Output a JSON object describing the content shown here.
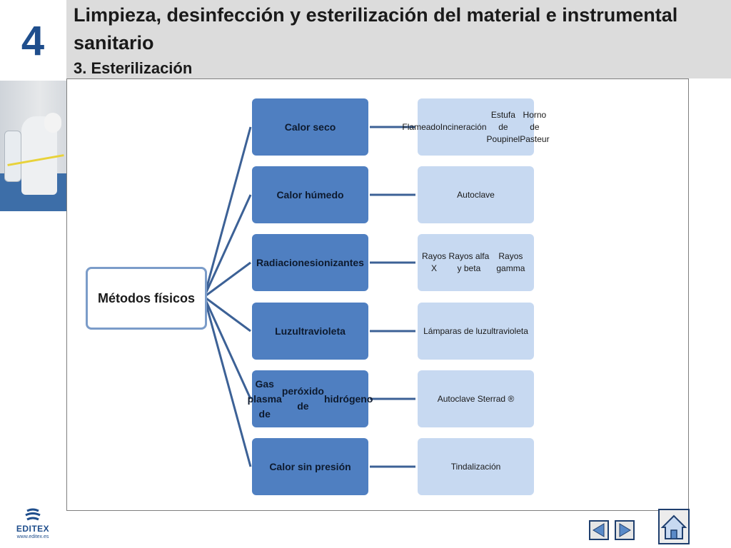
{
  "header": {
    "chapter_number": "4",
    "title": "Limpieza, desinfección y esterilización del material e instrumental sanitario",
    "subtitle": "3. Esterilización"
  },
  "diagram": {
    "root": "Métodos físicos",
    "methods": [
      {
        "label": [
          "Calor seco"
        ],
        "examples": [
          "Flameado",
          "Incineración",
          "Estufa de Poupinel",
          "Horno de Pasteur"
        ]
      },
      {
        "label": [
          "Calor húmedo"
        ],
        "examples": [
          "Autoclave"
        ]
      },
      {
        "label": [
          "Radiaciones",
          "ionizantes"
        ],
        "examples": [
          "Rayos X",
          "Rayos alfa y beta",
          "Rayos gamma"
        ]
      },
      {
        "label": [
          "Luz",
          "ultravioleta"
        ],
        "examples": [
          "Lámparas de luz",
          "ultravioleta"
        ]
      },
      {
        "label": [
          "Gas plasma de",
          "peróxido de",
          "hidrógeno"
        ],
        "examples": [
          "Autoclave Sterrad ®"
        ]
      },
      {
        "label": [
          "Calor sin presión"
        ],
        "examples": [
          "Tindalización"
        ]
      }
    ]
  },
  "footer": {
    "logo_text": "EDITEX",
    "logo_url": "www.editex.es"
  },
  "navigation": {
    "prev_icon": "triangle-left-icon",
    "next_icon": "triangle-right-icon",
    "home_icon": "home-icon"
  },
  "colors": {
    "method_fill": "#4f7fc1",
    "example_fill": "#c7d9f1",
    "connector": "#3c6196",
    "root_border": "#7b9cc9"
  }
}
